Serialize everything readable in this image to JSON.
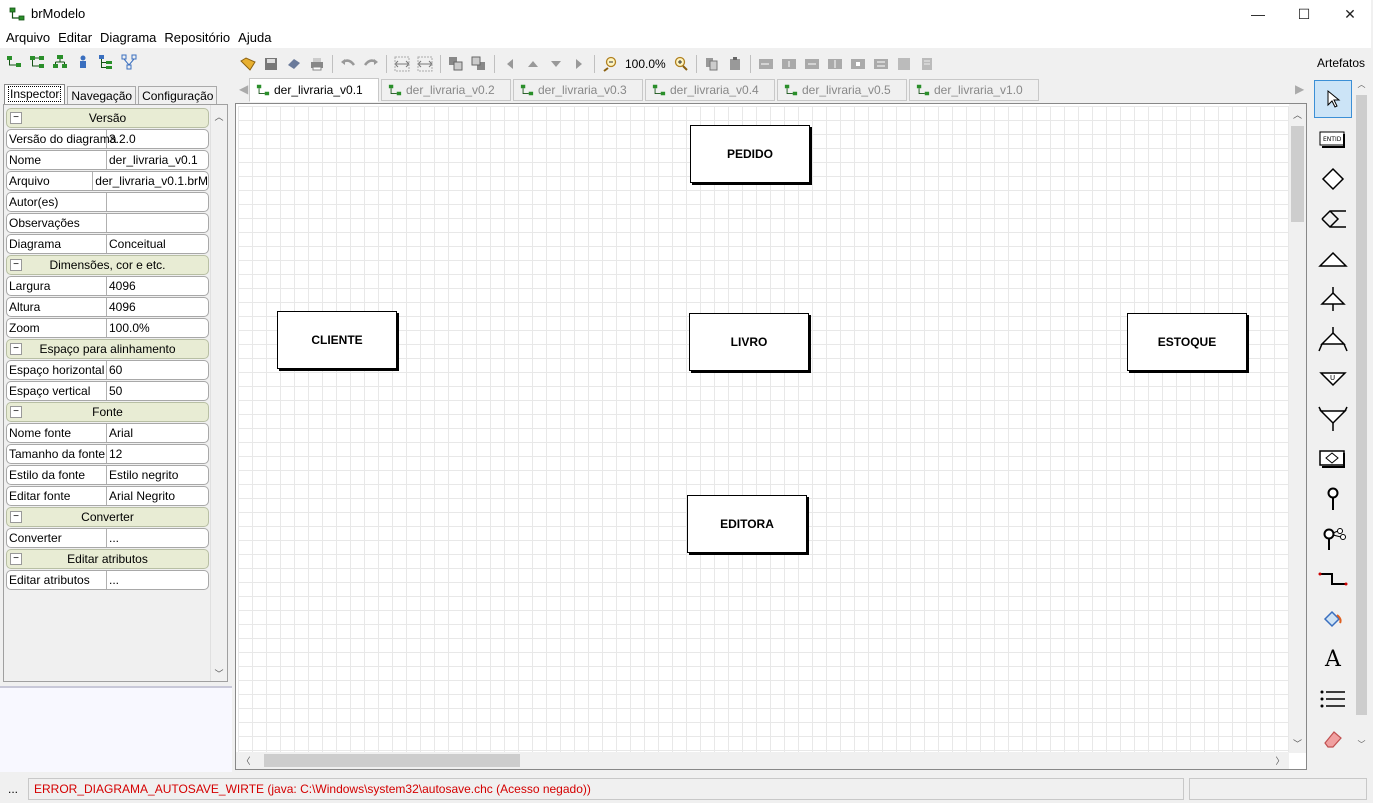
{
  "window": {
    "title": "brModelo",
    "minimize": "—",
    "maximize": "☐",
    "close": "✕"
  },
  "menu": [
    "Arquivo",
    "Editar",
    "Diagrama",
    "Repositório",
    "Ajuda"
  ],
  "left_tabs": [
    "Inspector",
    "Navegação",
    "Configuração"
  ],
  "inspector": {
    "rows": [
      {
        "type": "section",
        "label": "Versão"
      },
      {
        "type": "prop",
        "key": "Versão do diagrama",
        "value": "3.2.0"
      },
      {
        "type": "prop",
        "key": "Nome",
        "value": "der_livraria_v0.1"
      },
      {
        "type": "prop",
        "key": "Arquivo",
        "value": "der_livraria_v0.1.brM"
      },
      {
        "type": "prop",
        "key": "Autor(es)",
        "value": ""
      },
      {
        "type": "prop",
        "key": "Observações",
        "value": ""
      },
      {
        "type": "prop",
        "key": "Diagrama",
        "value": "Conceitual"
      },
      {
        "type": "section",
        "label": "Dimensões, cor e etc."
      },
      {
        "type": "prop",
        "key": "Largura",
        "value": "4096"
      },
      {
        "type": "prop",
        "key": "Altura",
        "value": "4096"
      },
      {
        "type": "prop",
        "key": "Zoom",
        "value": "100.0%"
      },
      {
        "type": "section",
        "label": "Espaço para alinhamento"
      },
      {
        "type": "prop",
        "key": "Espaço horizontal",
        "value": "60"
      },
      {
        "type": "prop",
        "key": "Espaço vertical",
        "value": "50"
      },
      {
        "type": "section",
        "label": "Fonte"
      },
      {
        "type": "prop",
        "key": "Nome fonte",
        "value": "Arial"
      },
      {
        "type": "prop",
        "key": "Tamanho da fonte",
        "value": "12"
      },
      {
        "type": "prop",
        "key": "Estilo da fonte",
        "value": "Estilo negrito"
      },
      {
        "type": "prop",
        "key": "Editar fonte",
        "value": "Arial Negrito"
      },
      {
        "type": "section",
        "label": "Converter"
      },
      {
        "type": "prop",
        "key": "Converter",
        "value": "..."
      },
      {
        "type": "section",
        "label": "Editar atributos"
      },
      {
        "type": "prop",
        "key": "Editar atributos",
        "value": "..."
      }
    ]
  },
  "toolbar": {
    "zoom": "100.0%"
  },
  "doc_tabs": [
    {
      "label": "der_livraria_v0.1",
      "active": true
    },
    {
      "label": "der_livraria_v0.2",
      "active": false
    },
    {
      "label": "der_livraria_v0.3",
      "active": false
    },
    {
      "label": "der_livraria_v0.4",
      "active": false
    },
    {
      "label": "der_livraria_v0.5",
      "active": false
    },
    {
      "label": "der_livraria_v1.0",
      "active": false
    }
  ],
  "entities": [
    "PEDIDO",
    "CLIENTE",
    "LIVRO",
    "ESTOQUE",
    "EDITORA"
  ],
  "palette": {
    "title": "Artefatos",
    "entity_icon_text": "ENTID",
    "text_tool": "A",
    "items": [
      "pointer-tool",
      "entity-tool",
      "relationship-tool",
      "associative-entity-tool",
      "specialization-tool",
      "specialization-single-tool",
      "specialization-multi-tool",
      "union-tool",
      "specialization-optional-tool",
      "self-relationship-tool",
      "attribute-tool",
      "composite-attribute-tool",
      "link-tool",
      "paint-tool",
      "text-tool",
      "list-tool",
      "eraser-tool"
    ]
  },
  "status": {
    "button": "...",
    "message": "ERROR_DIAGRAMA_AUTOSAVE_WIRTE (java: C:\\Windows\\system32\\autosave.chc (Acesso negado))",
    "message_color": "#d40000"
  },
  "colors": {
    "section_bg": "#e8ecd4",
    "selected_tool": "#cce4f7"
  }
}
